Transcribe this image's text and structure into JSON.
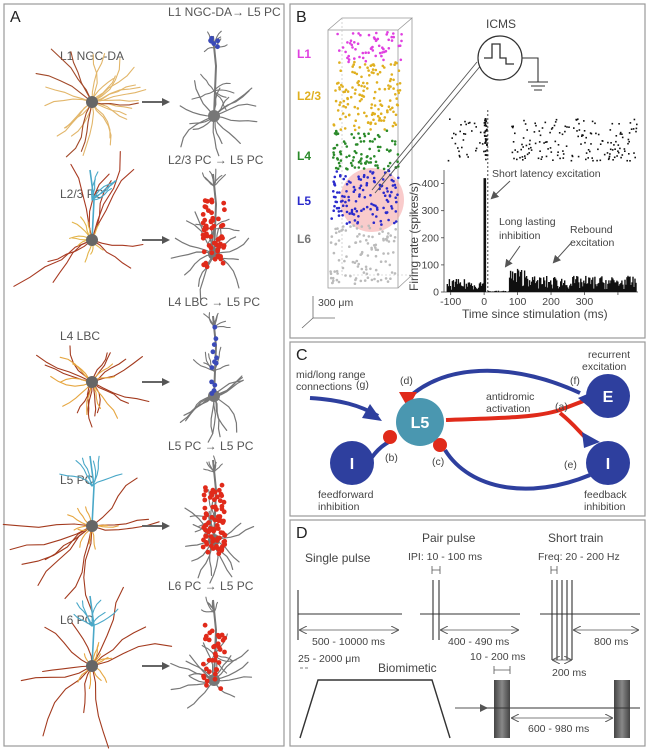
{
  "panel_a": {
    "letter": "A",
    "rows": [
      {
        "source_label": "L1 NGC-DA",
        "target_label": "L1 NGC-DA→ L5 PC"
      },
      {
        "source_label": "L2/3 PC",
        "target_label": "L2/3 PC → L5 PC"
      },
      {
        "source_label": "L4 LBC",
        "target_label": "L4 LBC → L5 PC"
      },
      {
        "source_label": "L5 PC",
        "target_label": "L5 PC → L5 PC"
      },
      {
        "source_label": "L6 PC",
        "target_label": "L6 PC → L5 PC"
      }
    ]
  },
  "panel_b": {
    "letter": "B",
    "layers": [
      {
        "label": "L1",
        "color": "#e040e0"
      },
      {
        "label": "L2/3",
        "color": "#e0b020"
      },
      {
        "label": "L4",
        "color": "#2a8a2a"
      },
      {
        "label": "L5",
        "color": "#2a2acc"
      },
      {
        "label": "L6",
        "color": "#777777"
      }
    ],
    "scale_bar": "300 μm",
    "icms_label": "ICMS",
    "annotations": {
      "short_latency": "Short latency excitation",
      "long_lasting_1": "Long lasting",
      "long_lasting_2": "inhibition",
      "rebound_1": "Rebound",
      "rebound_2": "excitation"
    },
    "chart_data": {
      "type": "bar",
      "xlabel": "Time since stimulation (ms)",
      "ylabel": "Firing rate (spikes/s)",
      "xlim": [
        -120,
        460
      ],
      "ylim": [
        0,
        450
      ],
      "xticks": [
        -100,
        0,
        100,
        200,
        300,
        400
      ],
      "xtick_labels": [
        "-100",
        "0",
        "100",
        "200",
        "300",
        ""
      ],
      "yticks": [
        0,
        100,
        200,
        300,
        400
      ],
      "peak": {
        "x": 2,
        "y": 420
      }
    }
  },
  "panel_c": {
    "letter": "C",
    "center": "L5",
    "excitatory_target": "E",
    "inhibitory_target_right": "I",
    "inhibitory_source_left": "I",
    "paths": [
      "(a)",
      "(b)",
      "(c)",
      "(d)",
      "(e)",
      "(f)",
      "(g)"
    ],
    "labels": {
      "mid_long_1": "mid/long range",
      "mid_long_2": "connections",
      "antidromic_1": "antidromic",
      "antidromic_2": "activation",
      "recurrent_1": "recurrent",
      "recurrent_2": "excitation",
      "feedforward_1": "feedforward",
      "feedforward_2": "inhibition",
      "feedback_1": "feedback",
      "feedback_2": "inhibition"
    },
    "colors": {
      "excitatory": "#2e3f9e",
      "inhibitory": "#e02a1a",
      "l5": "#4a97b0"
    }
  },
  "panel_d": {
    "letter": "D",
    "single_pulse": {
      "title": "Single pulse",
      "interval": "500 - 10000 ms"
    },
    "pair_pulse": {
      "title": "Pair pulse",
      "ipi": "IPI: 10 - 100 ms",
      "interval": "400 - 490 ms"
    },
    "short_train": {
      "title": "Short train",
      "freq": "Freq: 20 - 200 Hz",
      "train_dur": "200 ms",
      "interval": "800 ms"
    },
    "biomimetic": {
      "title": "Biomimetic",
      "amp": "25 - 2000 μm",
      "dur": "10 - 200 ms",
      "interval": "600 - 980 ms"
    }
  }
}
